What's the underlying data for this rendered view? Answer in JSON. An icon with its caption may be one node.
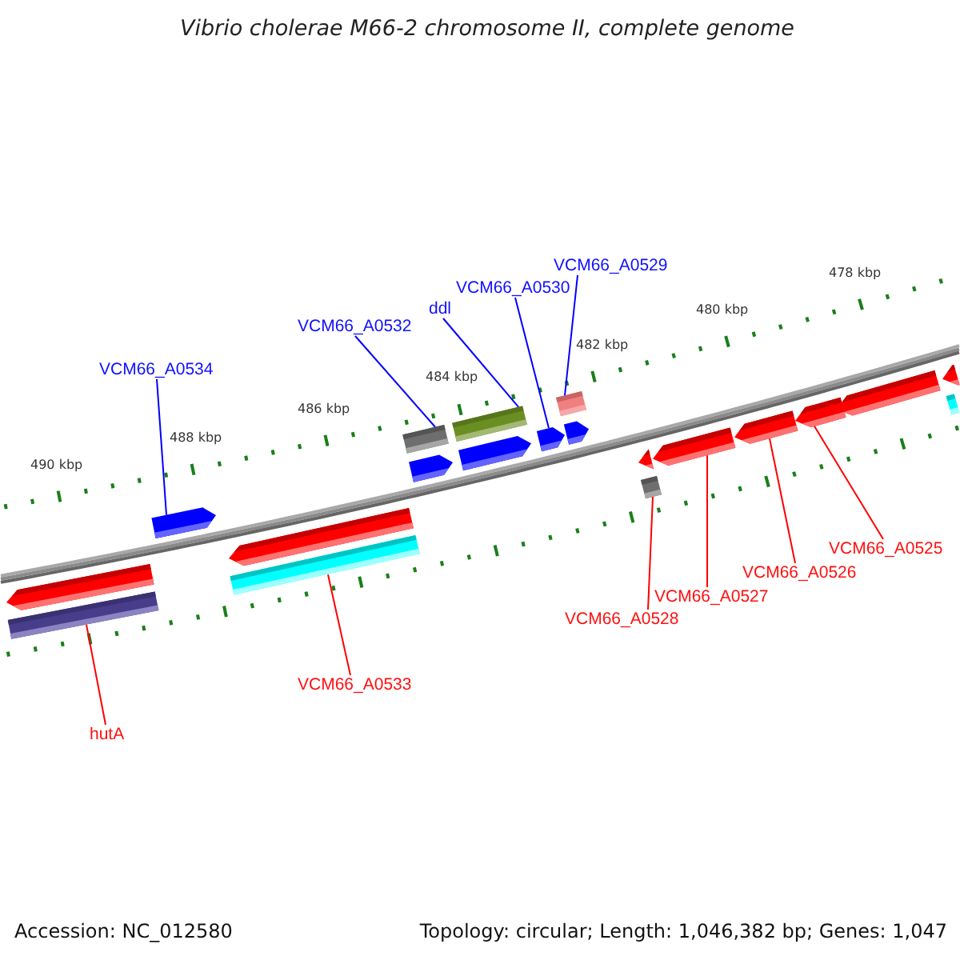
{
  "diagram": {
    "title": "Vibrio cholerae M66-2 chromosome II, complete genome",
    "nodes": [
      {
        "text": [
          "VCM66_A0529"
        ]
      },
      {
        "text": [
          "VCM66_A0530"
        ]
      },
      {
        "text": [
          "ddl"
        ]
      },
      {
        "text": [
          "VCM66_A0532"
        ]
      },
      {
        "text": [
          "VCM66_A0534"
        ]
      },
      {
        "text": [
          "VCM66_A0525"
        ]
      },
      {
        "text": [
          "VCM66_A0526"
        ]
      },
      {
        "text": [
          "VCM66_A0527"
        ]
      },
      {
        "text": [
          "VCM66_A0528"
        ]
      },
      {
        "text": [
          "VCM66_A0533"
        ]
      },
      {
        "text": [
          "hutA"
        ]
      },
      {
        "text": [],
        "shape": "bar"
      },
      {
        "text": [],
        "shape": "bar"
      },
      {
        "text": [],
        "shape": "bar"
      },
      {
        "text": [],
        "shape": "arrow"
      },
      {
        "text": [],
        "shape": "arrow"
      },
      {
        "text": [],
        "shape": "arrow"
      },
      {
        "text": [],
        "shape": "arrow"
      },
      {
        "text": [],
        "shape": "arrow"
      },
      {
        "text": [],
        "shape": "arrow"
      },
      {
        "text": [],
        "shape": "arrow"
      },
      {
        "text": [],
        "shape": "arrow"
      },
      {
        "text": [],
        "shape": "arrow"
      },
      {
        "text": [],
        "shape": "arrow"
      },
      {
        "text": [],
        "shape": "arrow"
      },
      {
        "text": [],
        "shape": "arrow"
      },
      {
        "text": [],
        "shape": "arrow"
      },
      {
        "text": [],
        "shape": "bar"
      },
      {
        "text": [],
        "shape": "bar"
      },
      {
        "text": [],
        "shape": "bar"
      },
      {
        "text": [],
        "shape": "bar"
      }
    ],
    "edges": [
      {
        "from": 0,
        "to": 13,
        "arrow": "none",
        "color": "#0000ff"
      },
      {
        "from": 1,
        "to": 17,
        "arrow": "none",
        "color": "#0000ff"
      },
      {
        "from": 2,
        "to": 12,
        "arrow": "none",
        "color": "#0000ff"
      },
      {
        "from": 3,
        "to": 11,
        "arrow": "none",
        "color": "#0000ff"
      },
      {
        "from": 4,
        "to": 14,
        "arrow": "none",
        "color": "#0000ff"
      },
      {
        "from": 5,
        "to": 24,
        "arrow": "none"
      },
      {
        "from": 6,
        "to": 23,
        "arrow": "none"
      },
      {
        "from": 7,
        "to": 22,
        "arrow": "none"
      },
      {
        "from": 8,
        "to": 29,
        "arrow": "none"
      },
      {
        "from": 9,
        "to": 28,
        "arrow": "none"
      },
      {
        "from": 10,
        "to": 27,
        "arrow": "none"
      }
    ],
    "labels": [
      "478 kbp",
      "480 kbp",
      "482 kbp",
      "484 kbp",
      "486 kbp",
      "488 kbp",
      "490 kbp",
      "Accession: NC_012580",
      "Topology: circular; Length: 1,046,382 bp; Genes: 1,047"
    ]
  }
}
